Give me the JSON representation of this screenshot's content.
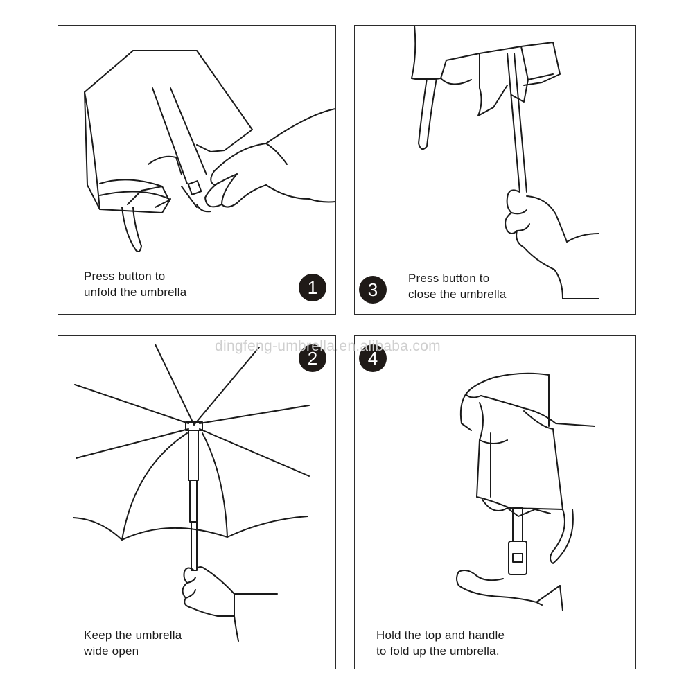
{
  "watermark": "dingfeng-umbrella.en.alibaba.com",
  "steps": [
    {
      "number": "1",
      "caption": "Press button to\nunfold the umbrella"
    },
    {
      "number": "2",
      "caption": "Keep the umbrella\nwide open"
    },
    {
      "number": "3",
      "caption": "Press button to\nclose the umbrella"
    },
    {
      "number": "4",
      "caption": "Hold the top and handle\nto fold up the umbrella."
    }
  ],
  "colors": {
    "line": "#1a1a1a",
    "badge": "#1f1a17",
    "watermark": "#cfcfcf"
  }
}
